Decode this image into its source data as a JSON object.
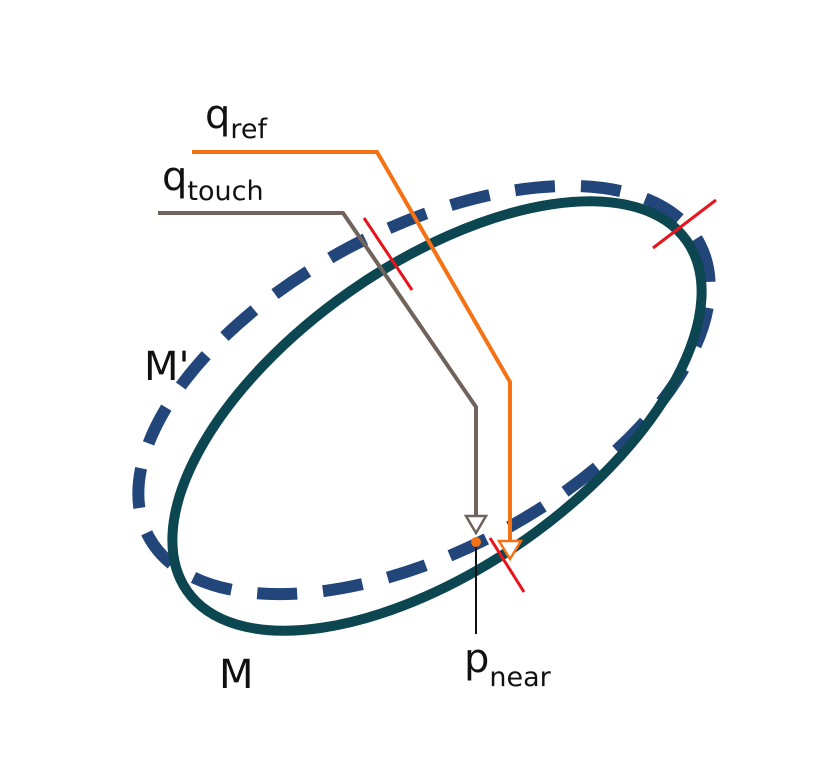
{
  "labels": {
    "q_ref": {
      "main": "q",
      "sub": "ref"
    },
    "q_touch": {
      "main": "q",
      "sub": "touch"
    },
    "p_near": {
      "main": "p",
      "sub": "near"
    },
    "m_prime": "M'",
    "m": "M"
  },
  "colors": {
    "surface_m": "#0c4651",
    "surface_m_prime": "#22457a",
    "q_ref_path": "#f57214",
    "q_touch_path": "#6f635c",
    "intersection_marks": "#e8141c",
    "nearest_point": "#f57214"
  }
}
